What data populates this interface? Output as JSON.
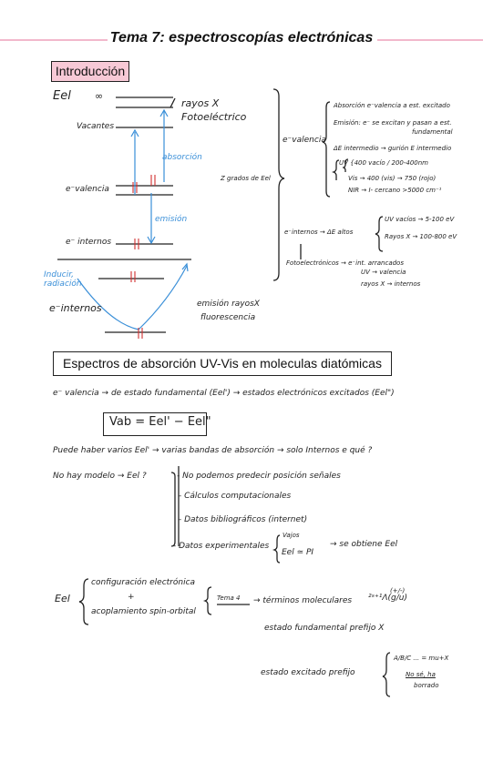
{
  "header": {
    "title": "Tema 7: espectroscopías electrónicas"
  },
  "intro": {
    "heading": "Introducción",
    "eel": "Eel",
    "infinity": "∞",
    "rayos_x": "rayos X",
    "fotoelectrico": "Fotoeléctrico",
    "vacantes": "Vacantes",
    "absorcion": "absorción",
    "e_valencia": "e⁻valencia",
    "emision": "emisión",
    "e_internos": "e⁻ internos",
    "inducir": "Inducir,\nradiación",
    "e_internos2": "e⁻internos",
    "emision_rayos": "emisión rayosX",
    "fluorescencia": "fluorescencia",
    "spin_pair": "↑↓",
    "grados": "Z grados de Eel",
    "valencia_label": "e⁻valencia",
    "abs_ev": "Absorción e⁻valencia  a est. excitado",
    "emision_e": "Emisión: e⁻ se excitan y pasan a est.",
    "fundamental": "fundamental",
    "delta_e_int": "ΔE intermedio → gurión E intermedio",
    "uv_range": "UV {400 vacío / 200-400nm",
    "vis_range": "Vis → 400 (vis) → 750 (rojo)",
    "nir_range": "NIR → I- cercano >5000 cm⁻¹",
    "internos_label": "e⁻internos → ΔE altos",
    "uv_vacios": "UV vacíos → 5-100 eV",
    "rayos_ev": "Rayos X → 100-800 eV",
    "fotoelectronicos": "Fotoelectrónicos → e⁻int. arrancados",
    "uv_valencia": "UV → valencia",
    "rayos_internos": "rayos X → internos"
  },
  "section2": {
    "heading": "Espectros de absorción UV-Vis en moleculas diatómicas",
    "line1": "e⁻ valencia → de estado fundamental (Eel') → estados electrónicos excitados (Eel\")",
    "formula": "Vab = Eel' − Eel\"",
    "line2": "Puede haber varios  Eel' → varias bandas de absorción → solo Internos e qué ?",
    "no_model": "No hay modelo → Eel ?",
    "b1": "- No podemos predecir posición señales",
    "b2": "- Cálculos computacionales",
    "b3": "- Datos bibliográficos (internet)",
    "b4": "- Datos experimentales",
    "vajos": "Vajos",
    "eel_pi": "Eel ≃ PI",
    "obtiene": "→ se obtiene  Eel",
    "eel_label": "Eel",
    "config": "configuración electrónica",
    "plus": "+",
    "acopl": "acoplamiento spin-orbital",
    "tema4": "Tema 4",
    "terminos": "→ términos moleculares",
    "term_symbol": "²ˢ⁺¹Λ(g/u)",
    "term_sup": "(+/-)",
    "fund_prefijo": "estado fundamental prefijo X",
    "exc_prefijo": "estado excitado  prefijo",
    "abc": "A/B/C ... = mu+X",
    "no_se": "No sé, ha",
    "borrado": "borrado"
  }
}
